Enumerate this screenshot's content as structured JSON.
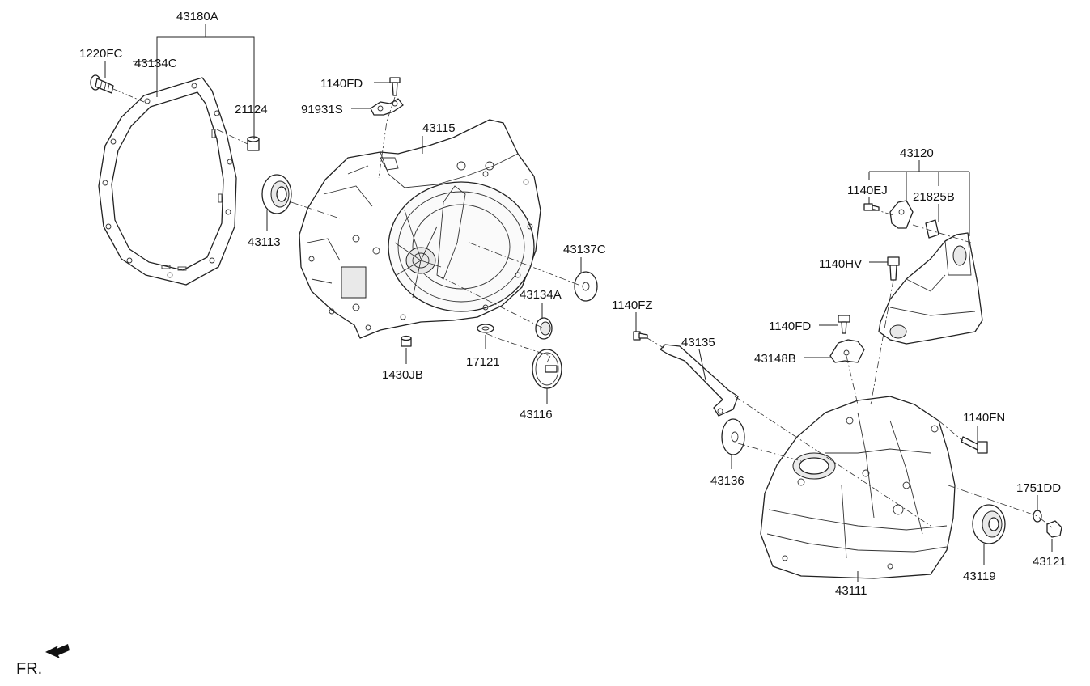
{
  "labels": {
    "l43180A": "43180A",
    "l1220FC": "1220FC",
    "l43134C": "43134C",
    "l21124": "21124",
    "l1140FD_a": "1140FD",
    "l91931S": "91931S",
    "l43115": "43115",
    "l43113": "43113",
    "l43137C": "43137C",
    "l43134A": "43134A",
    "l17121": "17121",
    "l1430JB": "1430JB",
    "l43116": "43116",
    "l43120": "43120",
    "l1140EJ": "1140EJ",
    "l21825B": "21825B",
    "l1140HV": "1140HV",
    "l1140FZ": "1140FZ",
    "l1140FD_b": "1140FD",
    "l43135": "43135",
    "l43148B": "43148B",
    "l1140FN": "1140FN",
    "l43136": "43136",
    "l1751DD": "1751DD",
    "l43121": "43121",
    "l43119": "43119",
    "l43111": "43111"
  },
  "front_marker": "FR."
}
